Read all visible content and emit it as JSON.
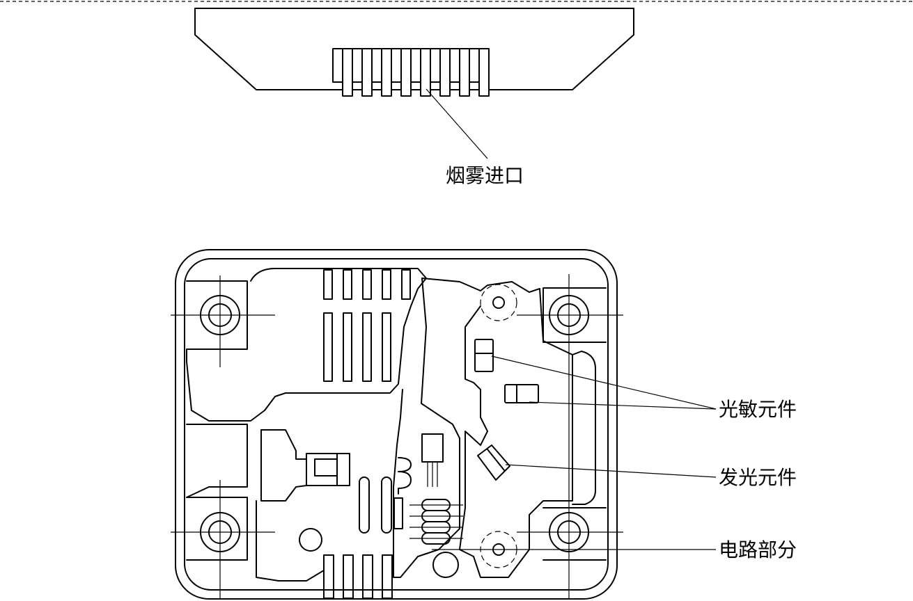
{
  "labels": {
    "smoke_inlet": "烟雾进口",
    "photosensitive": "光敏元件",
    "light_emitter": "发光元件",
    "circuit": "电路部分"
  }
}
